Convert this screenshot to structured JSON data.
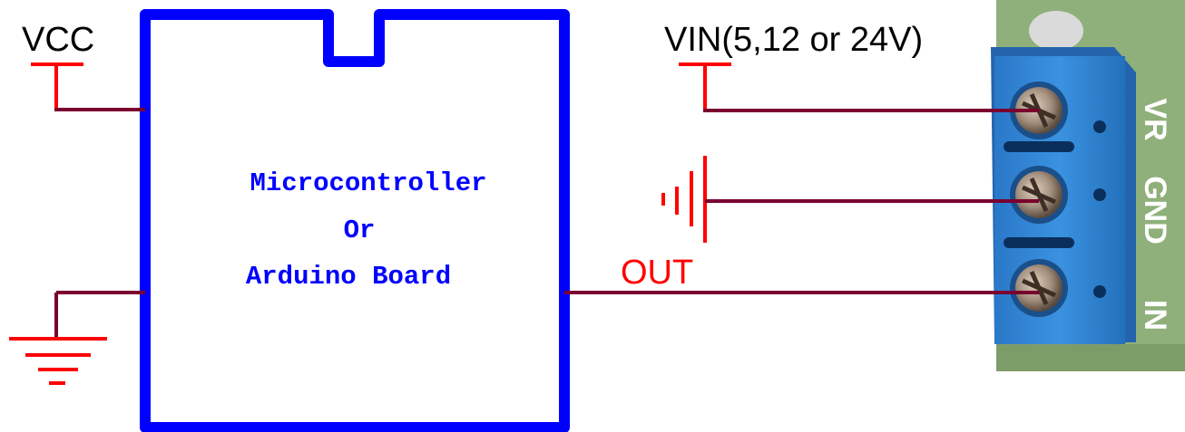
{
  "diagram": {
    "vcc_label": "VCC",
    "vin_label": "VIN(5,12 or 24V)",
    "out_label": "OUT",
    "mcu_lines": [
      "Microcontroller",
      "Or",
      "Arduino Board"
    ],
    "terminal_pins": [
      "VR",
      "GND",
      "IN"
    ]
  },
  "colors": {
    "board_outline": "#0000ff",
    "mcu_text": "#0000ff",
    "symbol_red": "#ff0000",
    "wire": "#7a0030",
    "terminal_body": "#2f86d6",
    "pcb": "#8dae74",
    "label_text": "#000000"
  },
  "icons": [
    "vcc-supply-icon",
    "vin-supply-icon",
    "ground-icon",
    "battery-icon",
    "screw-terminal-icon",
    "screw-icon"
  ]
}
